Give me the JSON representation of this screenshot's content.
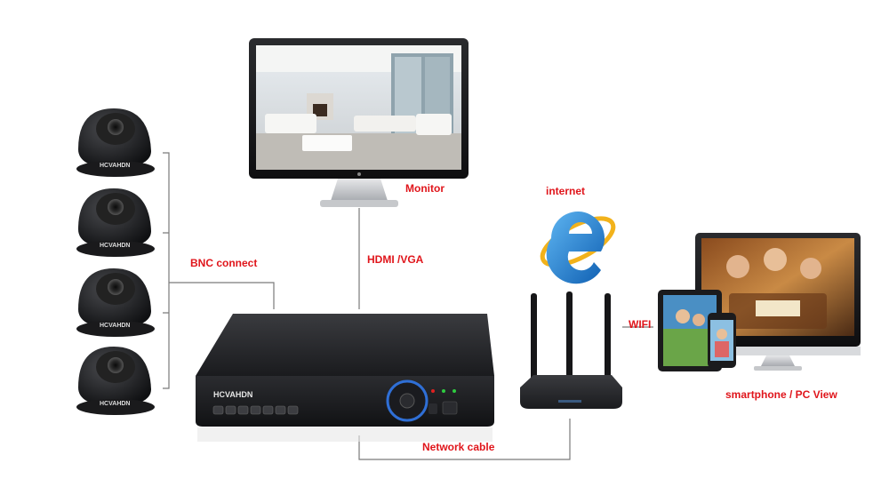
{
  "labels": {
    "monitor": "Monitor",
    "internet": "internet",
    "bnc": "BNC connect",
    "hdmi": "HDMI /VGA",
    "wifi": "WIFI",
    "network": "Network cable",
    "view": "smartphone / PC View"
  },
  "brand": {
    "camera": "HCVAHDN",
    "dvr": "HCVAHDN"
  },
  "colors": {
    "label": "#e0151b",
    "line": "#7a7a7a",
    "device_dark": "#1b1c1f",
    "ie_blue": "#1a73c9",
    "ie_ring": "#f2b21b"
  },
  "icons": [
    "dome-camera-icon",
    "monitor-icon",
    "internet-explorer-icon",
    "router-icon",
    "tablet-icon",
    "smartphone-icon",
    "pc-monitor-icon",
    "dvr-icon"
  ]
}
